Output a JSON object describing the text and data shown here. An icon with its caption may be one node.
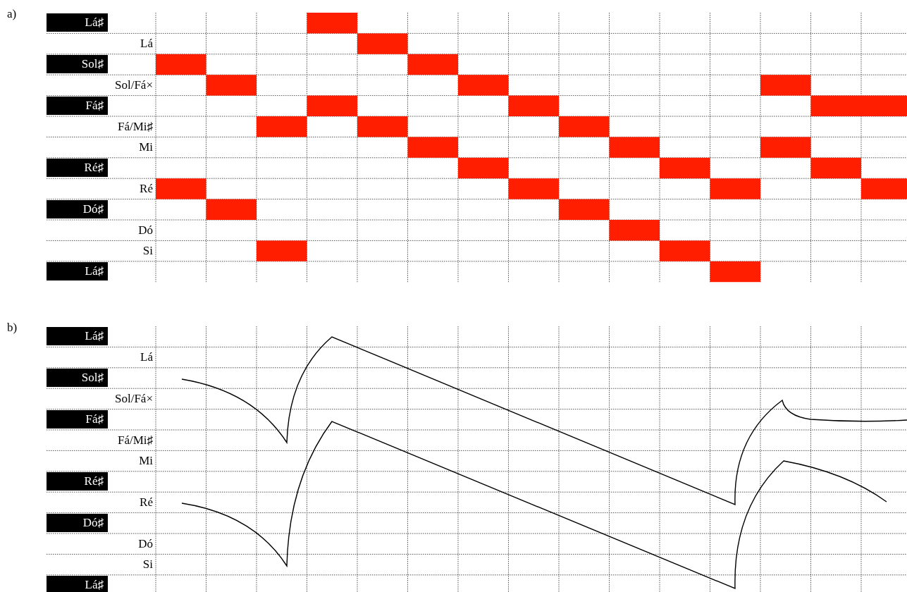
{
  "diagram": {
    "labels": [
      "a)",
      "Lá♯",
      "Lá",
      "Sol♯",
      "Sol/Fá×",
      "Fá♯",
      "Fá/Mi♯",
      "Mi",
      "Ré♯",
      "Ré",
      "Dó♯",
      "Dó",
      "Si",
      "Lá♯",
      "b)",
      "Lá♯",
      "Lá",
      "Sol♯",
      "Sol/Fá×",
      "Fá♯",
      "Fá/Mi♯",
      "Mi",
      "Ré♯",
      "Ré",
      "Dó♯",
      "Dó",
      "Si",
      "Lá♯"
    ]
  }
}
